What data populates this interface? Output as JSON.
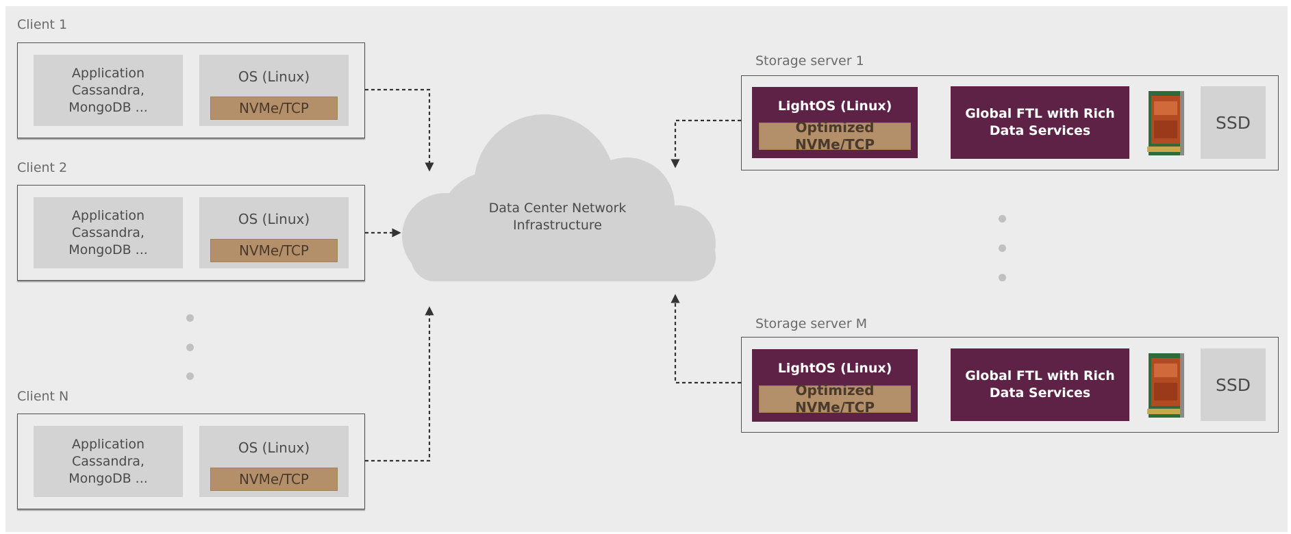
{
  "clients": [
    {
      "title": "Client 1",
      "app_lines": [
        "Application",
        "Cassandra,",
        "MongoDB ..."
      ],
      "os_label": "OS (Linux)",
      "nvme_label": "NVMe/TCP"
    },
    {
      "title": "Client 2",
      "app_lines": [
        "Application",
        "Cassandra,",
        "MongoDB ..."
      ],
      "os_label": "OS (Linux)",
      "nvme_label": "NVMe/TCP"
    },
    {
      "title": "Client N",
      "app_lines": [
        "Application",
        "Cassandra,",
        "MongoDB ..."
      ],
      "os_label": "OS (Linux)",
      "nvme_label": "NVMe/TCP"
    }
  ],
  "network": {
    "lines": [
      "Data Center Network",
      "Infrastructure"
    ]
  },
  "servers": [
    {
      "title": "Storage server 1",
      "os_label": "LightOS (Linux)",
      "nvme_label": "Optimized NVMe/TCP",
      "ftl_lines": [
        "Global FTL with Rich",
        "Data Services"
      ],
      "ssd_label": "SSD",
      "card_icon": "storage-card-icon"
    },
    {
      "title": "Storage server  M",
      "os_label": "LightOS (Linux)",
      "nvme_label": "Optimized NVMe/TCP",
      "ftl_lines": [
        "Global FTL with Rich",
        "Data Services"
      ],
      "ssd_label": "SSD",
      "card_icon": "storage-card-icon"
    }
  ],
  "colors": {
    "background": "#ececec",
    "box_gray": "#d3d3d3",
    "tan": "#b38f6a",
    "purple": "#5d2246",
    "cloud": "#d2d2d2"
  }
}
